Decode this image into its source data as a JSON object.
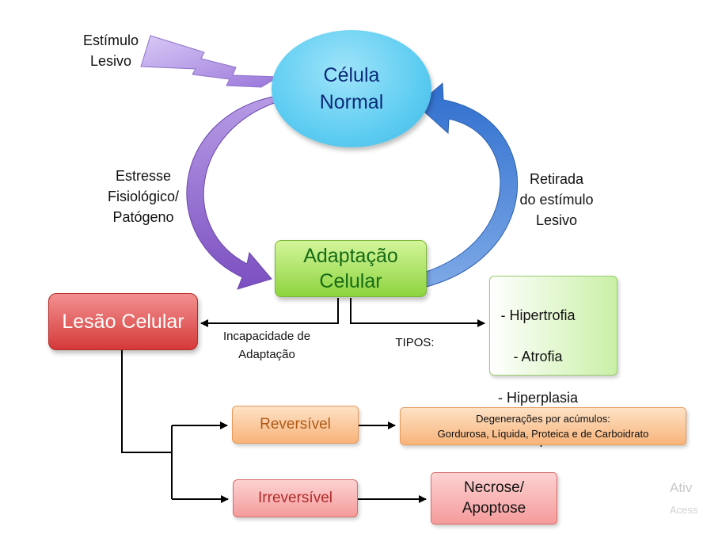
{
  "nodes": {
    "celula_normal": "Célula\nNormal",
    "adaptacao_celular": "Adaptação\nCelular",
    "lesao_celular": "Lesão Celular",
    "reversivel": "Reversível",
    "irreversivel": "Irreversível",
    "degeneracoes": "Degenerações por acúmulos:\nGordurosa, Líquida, Proteica e de Carboidrato",
    "necrose_apoptose": "Necrose/\nApoptose",
    "tipos": [
      "- Hipertrofia",
      "- Atrofia",
      "- Hiperplasia",
      "- Metaplasia"
    ]
  },
  "labels": {
    "estimulo_lesivo": "Estímulo\nLesivo",
    "estresse": "Estresse\nFisiológico/\nPatógeno",
    "retirada": "Retirada\ndo estímulo\nLesivo",
    "incapacidade": "Incapacidade de\nAdaptação",
    "tipos": "TIPOS:"
  },
  "watermark": {
    "line1": "Ativ",
    "line2": "Acess"
  },
  "colors": {
    "lightning": "#b79ce6",
    "left_arc": "#8b5fc7",
    "right_arc": "#3f7fd0",
    "connector": "#000000"
  }
}
